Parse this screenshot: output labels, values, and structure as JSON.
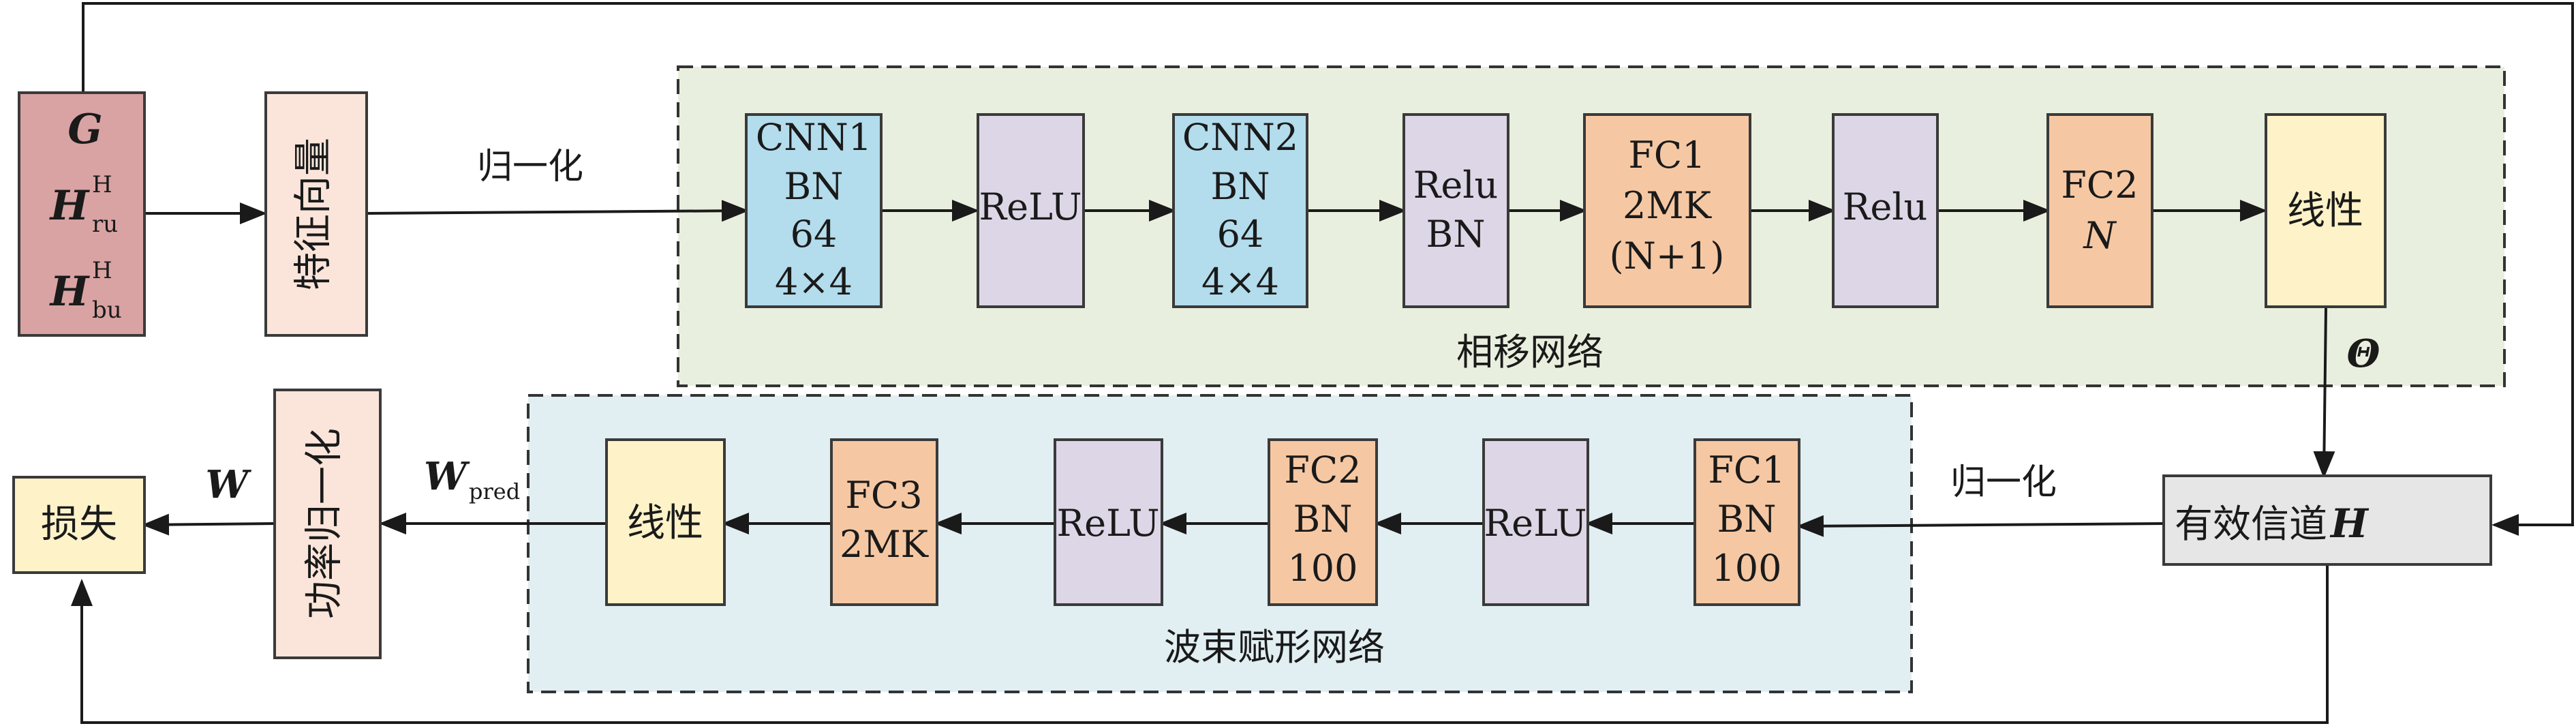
{
  "colors": {
    "input": "#d9a3a3",
    "feature": "#fbe5da",
    "cnn": "#b3dcec",
    "relu": "#ddd6e6",
    "fc": "#f5c8a3",
    "linear": "#fdf2c8",
    "channel": "#e6e6e6",
    "loss": "#fdf2c8",
    "phase_bg": "#e9efde",
    "beam_bg": "#e1eef2"
  },
  "inputs": {
    "g": "G",
    "h_ru": "H",
    "h_ru_sup": "H",
    "h_ru_sub": "ru",
    "h_bu": "H",
    "h_bu_sup": "H",
    "h_bu_sub": "bu"
  },
  "feature_vector": "特征向量",
  "normalize_1": "归一化",
  "phase_net": {
    "label": "相移网络",
    "cnn1": [
      "CNN1",
      "BN",
      "64",
      "4×4"
    ],
    "relu1": "ReLU",
    "cnn2": [
      "CNN2",
      "BN",
      "64",
      "4×4"
    ],
    "relu2": [
      "Relu",
      "BN"
    ],
    "fc1": [
      "FC1",
      "2MK",
      "(N+1)"
    ],
    "relu3": "Relu",
    "fc2": [
      "FC2",
      "N"
    ],
    "linear": "线性"
  },
  "theta": "Θ",
  "channel": {
    "text": "有效信道",
    "symbol": "H"
  },
  "normalize_2": "归一化",
  "beam_net": {
    "label": "波束赋形网络",
    "fc1": [
      "FC1",
      "BN",
      "100"
    ],
    "relu1": "ReLU",
    "fc2": [
      "FC2",
      "BN",
      "100"
    ],
    "relu2": "ReLU",
    "fc3": [
      "FC3",
      "2MK"
    ],
    "linear": "线性"
  },
  "w_pred": {
    "symbol": "W",
    "sub": "pred"
  },
  "power_norm": "功率归一化",
  "w": "W",
  "loss": "损失"
}
